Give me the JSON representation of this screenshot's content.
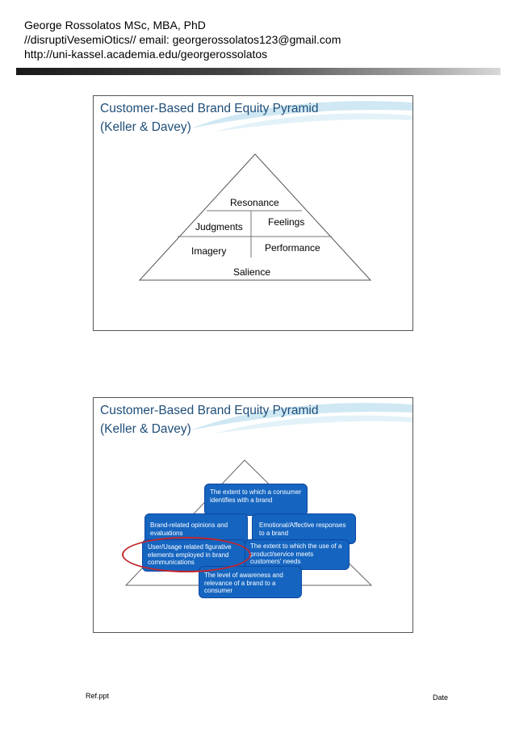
{
  "header": {
    "line1": "George Rossolatos MSc, MBA, PhD",
    "line2": "//disruptiVesemiOtics// email: georgerossolatos123@gmail.com",
    "line3": "http://uni-kassel.academia.edu/georgerossolatos"
  },
  "slide1": {
    "title_line1": "Customer-Based Brand Equity Pyramid",
    "title_line2": "(Keller & Davey)",
    "labels": {
      "resonance": "Resonance",
      "judgments": "Judgments",
      "feelings": "Feelings",
      "imagery": "Imagery",
      "performance": "Performance",
      "salience": "Salience"
    }
  },
  "slide2": {
    "title_line1": "Customer-Based Brand Equity Pyramid",
    "title_line2": "(Keller & Davey)",
    "boxes": {
      "resonance": "The extent to which a consumer identifies with a brand",
      "judgments": "Brand-related opinions and evaluations",
      "feelings": "Emotional/Affective responses to a brand",
      "imagery": "User/Usage related figurative elements employed in brand communications",
      "performance": "The extent to which the use of a product/service meets customers' needs",
      "salience": "The level of awareness and relevance of a brand to a consumer"
    },
    "highlight_color": "#c0272d",
    "box_color": "#1565c0"
  },
  "footer": {
    "left": "Ref.ppt",
    "right": "Date"
  }
}
